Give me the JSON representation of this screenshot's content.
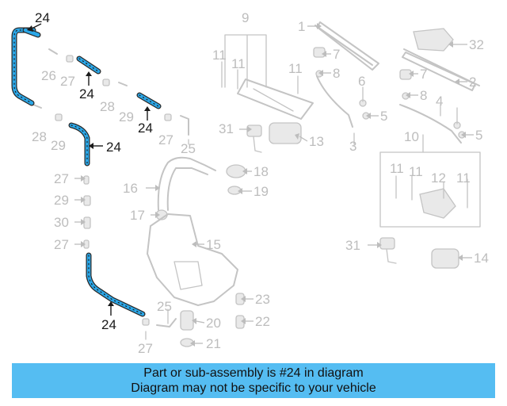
{
  "diagram": {
    "labels": {
      "l1": "1",
      "l2": "2",
      "l3": "3",
      "l4": "4",
      "l5a": "5",
      "l5b": "5",
      "l6": "6",
      "l7a": "7",
      "l7b": "7",
      "l8a": "8",
      "l8b": "8",
      "l9": "9",
      "l10": "10",
      "l11a": "11",
      "l11b": "11",
      "l11c": "11",
      "l11d": "11",
      "l11e": "11",
      "l11f": "11",
      "l12": "12",
      "l13": "13",
      "l14": "14",
      "l15": "15",
      "l16": "16",
      "l17": "17",
      "l18": "18",
      "l19": "19",
      "l20": "20",
      "l21": "21",
      "l22": "22",
      "l23": "23",
      "l25a": "25",
      "l25b": "25",
      "l26": "26",
      "l27a": "27",
      "l27b": "27",
      "l27c": "27",
      "l27d": "27",
      "l27e": "27",
      "l28a": "28",
      "l28b": "28",
      "l29a": "29",
      "l29b": "29",
      "l29c": "29",
      "l30": "30",
      "l31a": "31",
      "l31b": "31",
      "l32": "32"
    },
    "highlight_labels": {
      "h1": "24",
      "h2": "24",
      "h3": "24",
      "h4": "24",
      "h5": "24"
    }
  },
  "banner": {
    "line1": "Part or sub-assembly is #24 in diagram",
    "line2": "Diagram may not be specific to your vehicle"
  },
  "colors": {
    "highlight": "#2aa7e8",
    "banner": "#55bdf2",
    "faint": "#c4c4c4"
  }
}
